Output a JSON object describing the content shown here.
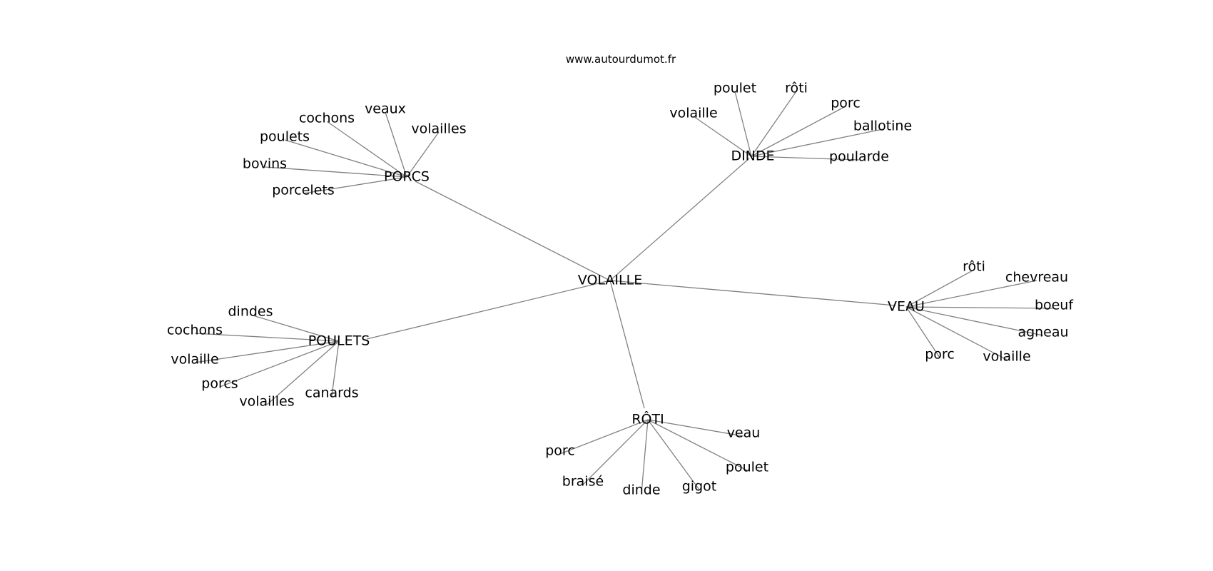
{
  "title": "www.autourdumot.fr",
  "graph": {
    "center": "VOLAILLE",
    "hubs": [
      {
        "id": "porcs",
        "label": "PORCS",
        "children": [
          "cochons",
          "veaux",
          "volailles",
          "poulets",
          "bovins",
          "porcelets"
        ]
      },
      {
        "id": "dinde",
        "label": "DINDE",
        "children": [
          "poulet",
          "rôti",
          "volaille",
          "porc",
          "ballotine",
          "poularde"
        ]
      },
      {
        "id": "veau",
        "label": "VEAU",
        "children": [
          "rôti",
          "chevreau",
          "boeuf",
          "agneau",
          "porc",
          "volaille"
        ]
      },
      {
        "id": "poulets",
        "label": "POULETS",
        "children": [
          "dindes",
          "cochons",
          "volaille",
          "porcs",
          "volailles",
          "canards"
        ]
      },
      {
        "id": "roti",
        "label": "RÔTI",
        "children": [
          "veau",
          "porc",
          "poulet",
          "braisé",
          "dinde",
          "gigot"
        ]
      }
    ]
  }
}
